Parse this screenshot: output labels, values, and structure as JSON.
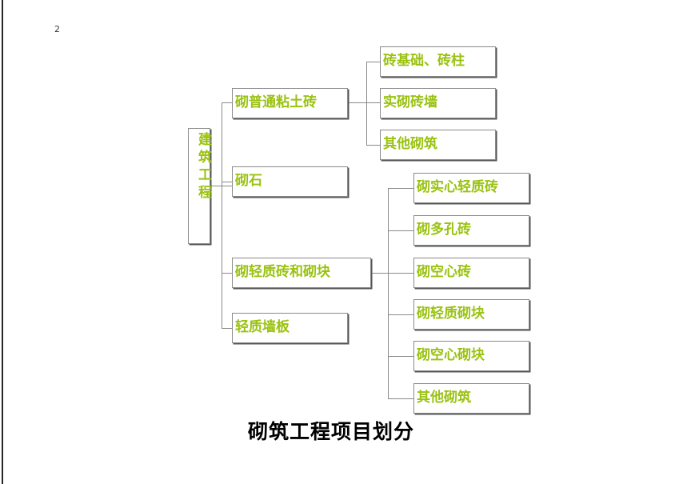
{
  "slide": {
    "number": "2",
    "caption": "砌筑工程项目划分",
    "accent_color": "#9ac211",
    "border_color": "#8a8a8a",
    "caption_color": "#000000",
    "background": "#ffffff"
  },
  "diagram": {
    "type": "tree",
    "root": {
      "label": "建筑工程",
      "orientation": "vertical-text"
    },
    "level2": [
      {
        "label": "砌普通粘土砖"
      },
      {
        "label": "砌石"
      },
      {
        "label": "砌轻质砖和砌块"
      },
      {
        "label": "轻质墙板"
      }
    ],
    "level3_top": [
      {
        "label": "砖基础、砖柱"
      },
      {
        "label": "实砌砖墙"
      },
      {
        "label": "其他砌筑"
      }
    ],
    "level3_bottom": [
      {
        "label": "砌实心轻质砖"
      },
      {
        "label": "砌多孔砖"
      },
      {
        "label": "砌空心砖"
      },
      {
        "label": "砌轻质砌块"
      },
      {
        "label": "砌空心砌块"
      },
      {
        "label": "其他砌筑"
      }
    ]
  }
}
